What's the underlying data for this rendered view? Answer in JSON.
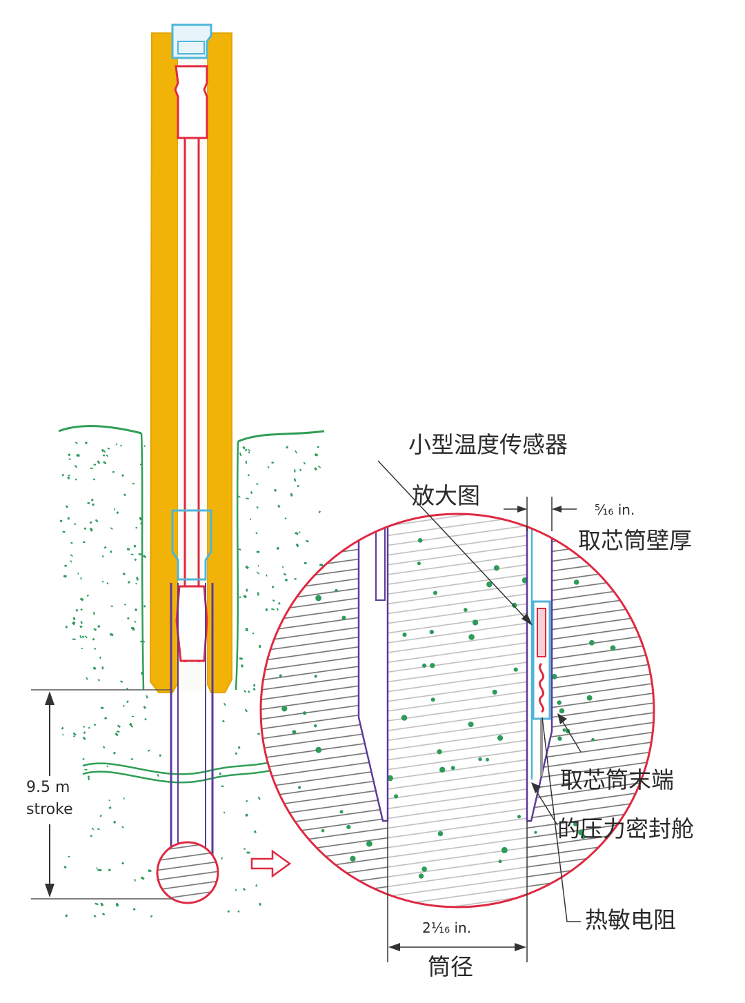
{
  "colors": {
    "casing": "#f2b308",
    "casing_edge": "#e3a300",
    "soil_dots": "#2e9b5a",
    "soil_line": "#2f9e55",
    "pipe_red": "#e02840",
    "pipe_blue": "#4fb5d8",
    "core_purple": "#5b3b9a",
    "hatch": "#6e6e6e",
    "text": "#2a2a2a"
  },
  "labels": {
    "stroke_value": "9.5 m",
    "stroke_word": "stroke",
    "sensor": "小型温度传感器",
    "magnified": "放大图",
    "wall_dim": "⁵⁄₁₆ in.",
    "wall_text": "取芯筒壁厚",
    "pressure_seal_1": "取芯筒末端",
    "pressure_seal_2": "的压力密封舱",
    "thermistor": "热敏电阻",
    "bore_dim": "2¹⁄₁₆ in.",
    "bore_text": "筒径"
  }
}
